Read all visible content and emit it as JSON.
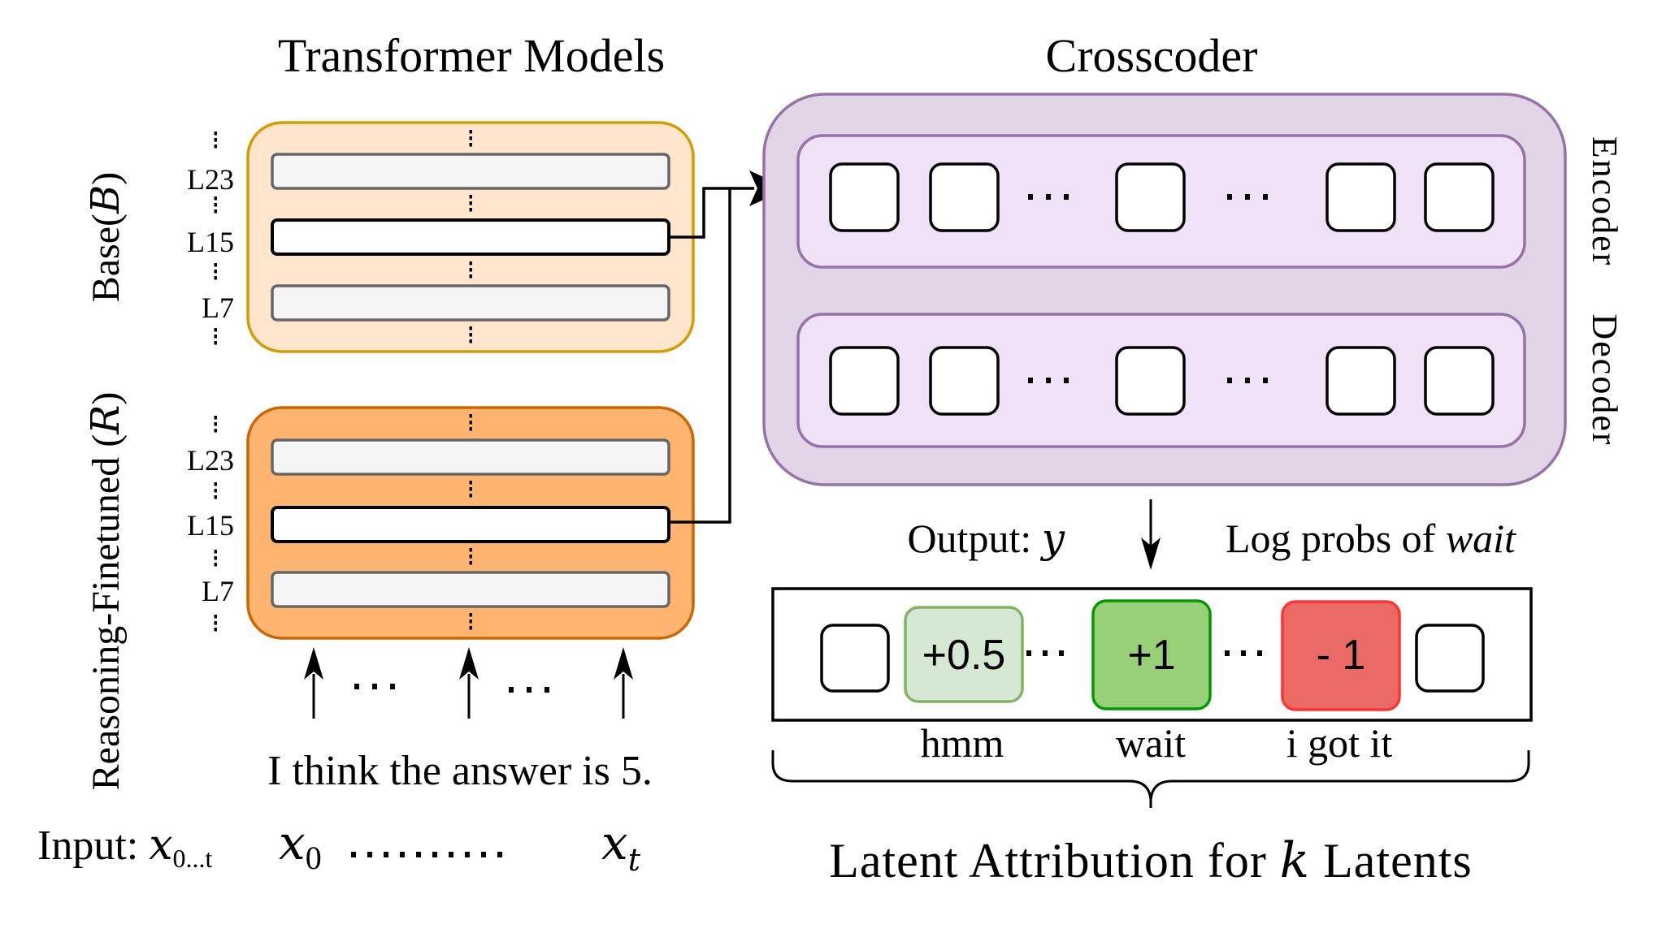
{
  "titles": {
    "transformer_models": "Transformer Models",
    "crosscoder": "Crosscoder"
  },
  "models": {
    "base": {
      "label": "Base",
      "symbol": "B",
      "fill": "#FFE6CC",
      "stroke": "#D79B00"
    },
    "reasoning": {
      "label": "Reasoning-Finetuned",
      "symbol": "R",
      "fill": "#FFB570",
      "stroke": "#CC6600"
    },
    "layers": [
      "L23",
      "L15",
      "L7"
    ],
    "highlighted_layer": "L15"
  },
  "crosscoder": {
    "fill": "#E1D5E7",
    "stroke": "#9673A6",
    "inner_fill": "#F0E2F6",
    "encoder_label": "Encoder",
    "decoder_label": "Decoder"
  },
  "input": {
    "sentence": "I think the answer is 5.",
    "label": "Input:",
    "seq_symbol": "x",
    "seq_subscript": "0...t",
    "first_token": "x",
    "first_sub": "0",
    "last_token": "x",
    "last_sub": "t",
    "dots": "· · · · · · · · · ·"
  },
  "output": {
    "label": "Output:",
    "symbol": "y",
    "logprob_prefix": "Log probs of ",
    "logprob_word": "wait"
  },
  "attribution": {
    "title_prefix": "Latent Attribution for ",
    "title_k": "k",
    "title_suffix": " Latents",
    "latents": [
      {
        "value": "+0.5",
        "token": "hmm",
        "fill": "#D5E8D4",
        "stroke": "#82B366"
      },
      {
        "value": "+1",
        "token": "wait",
        "fill": "#97D077",
        "stroke": "#009900"
      },
      {
        "value": "- 1",
        "token": "i got it",
        "fill": "#EA6B66",
        "stroke": "#FF3333"
      }
    ]
  }
}
